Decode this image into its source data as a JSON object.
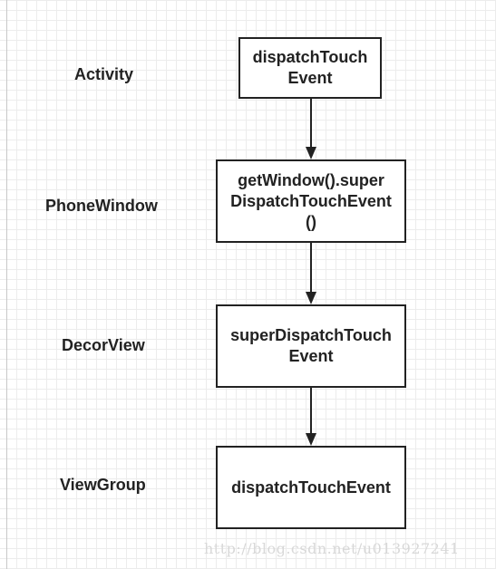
{
  "diagram": {
    "rows": [
      {
        "label": "Activity",
        "box_text": "dispatchTouch\nEvent"
      },
      {
        "label": "PhoneWindow",
        "box_text": "getWindow().super\nDispatchTouchEvent\n()"
      },
      {
        "label": "DecorView",
        "box_text": "superDispatchTouch\nEvent"
      },
      {
        "label": "ViewGroup",
        "box_text": "dispatchTouchEvent"
      }
    ]
  },
  "watermark": "http://blog.csdn.net/u013927241"
}
